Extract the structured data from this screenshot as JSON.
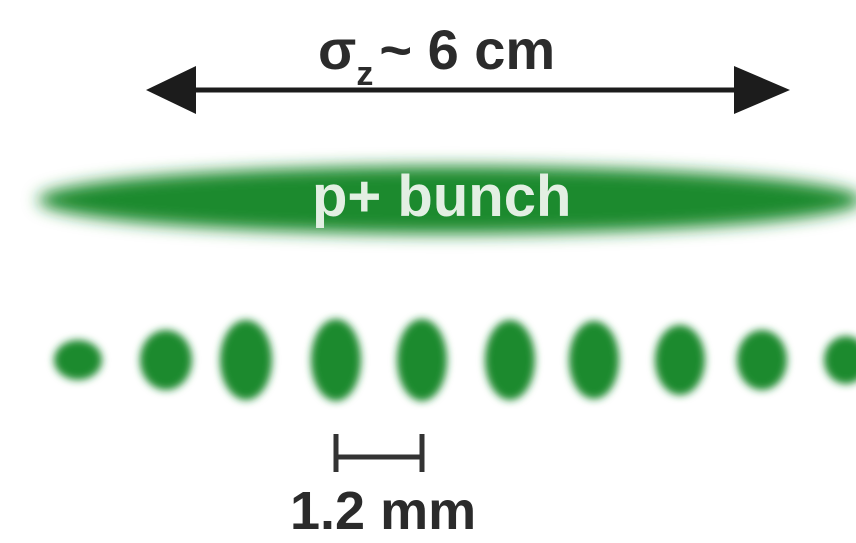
{
  "colors": {
    "bunch_green": "#1f8a2e",
    "arrow_dark": "#1c1c1c",
    "label_dark": "#2b2b2b",
    "bunch_label": "#e3efe3",
    "background": "#ffffff"
  },
  "bunch_length": {
    "symbol": "σ",
    "subscript": "z",
    "value": "~ 6 cm"
  },
  "proton_bunch": {
    "label": "p+ bunch"
  },
  "microbunches": {
    "count": 10,
    "spacing_label": "1.2 mm"
  }
}
